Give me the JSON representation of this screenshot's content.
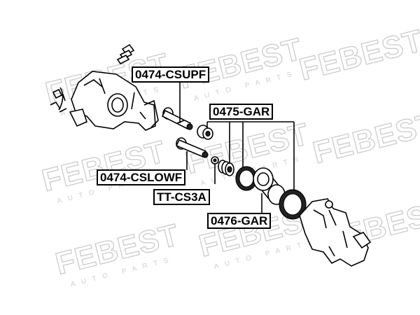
{
  "labels": {
    "cslowf": "0474-CSLOWF",
    "csupf": "0474-CSUPF",
    "gar_kit": "0475-GAR",
    "piston": "0476-GAR",
    "cs3a": "TT-CS3A"
  },
  "watermark": {
    "brand": "FEBEST",
    "tagline": "AUTO PARTS"
  }
}
